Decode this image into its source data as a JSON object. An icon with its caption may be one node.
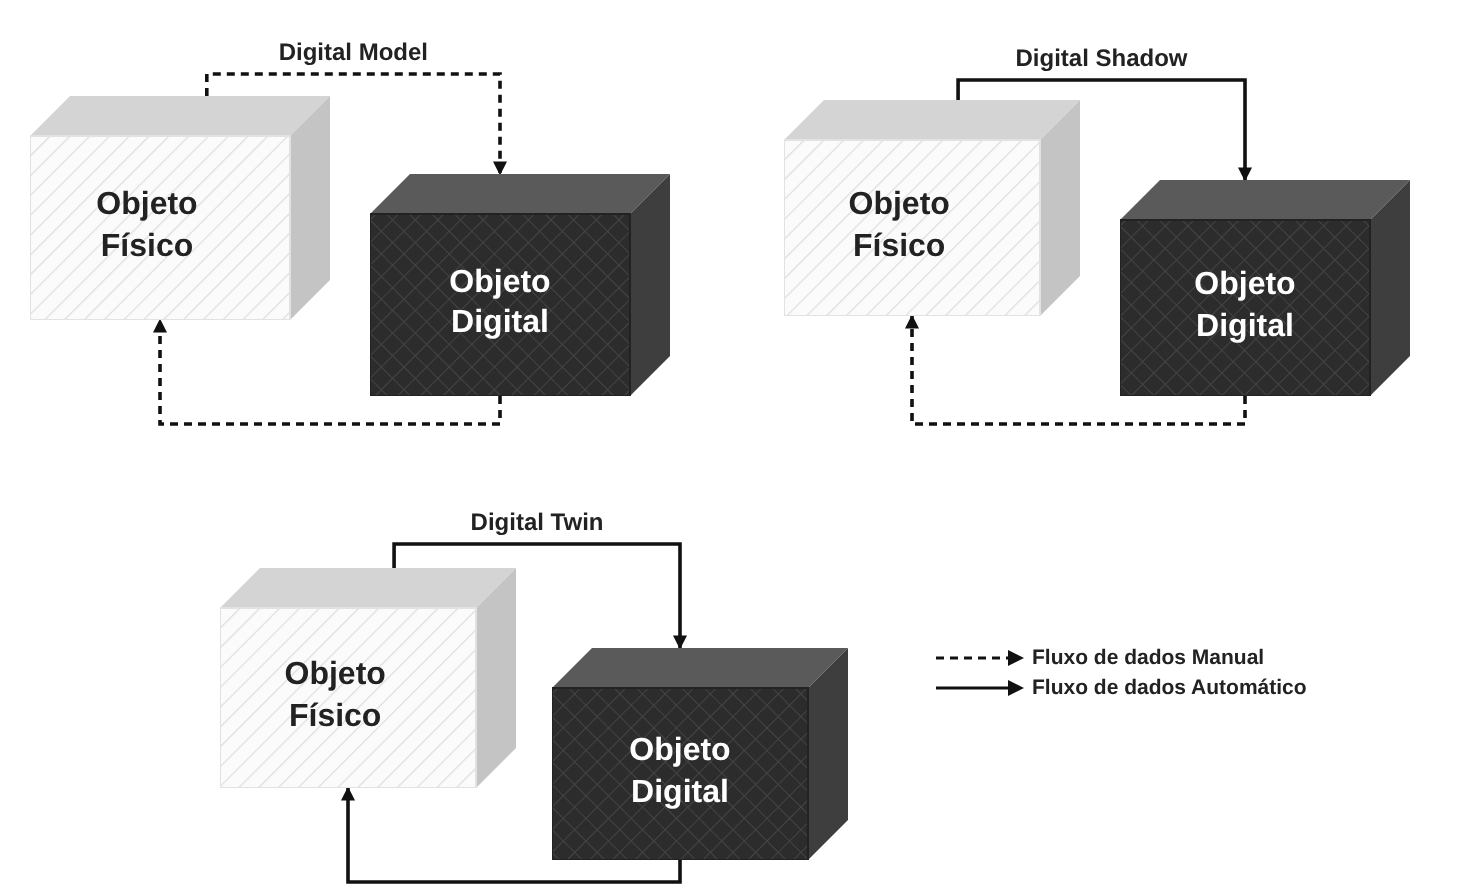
{
  "diagram": {
    "nodes": [
      {
        "text": [
          "Objeto Físico"
        ]
      },
      {
        "text": [
          "Objeto Digital"
        ]
      },
      {
        "text": [
          "Objeto Físico"
        ]
      },
      {
        "text": [
          "Objeto Digital"
        ]
      },
      {
        "text": [
          "Objeto Físico"
        ]
      },
      {
        "text": [
          "Objeto Digital"
        ]
      }
    ],
    "edges": [
      {
        "from": 0,
        "to": 1,
        "arrow": "to",
        "label": "Digital Model",
        "style": "dashed"
      },
      {
        "from": 1,
        "to": 0,
        "arrow": "to",
        "style": "dashed"
      },
      {
        "from": 2,
        "to": 3,
        "arrow": "to",
        "label": "Digital Shadow"
      },
      {
        "from": 3,
        "to": 2,
        "arrow": "to",
        "style": "dashed"
      },
      {
        "from": 4,
        "to": 5,
        "arrow": "to",
        "label": "Digital Twin"
      },
      {
        "from": 5,
        "to": 4,
        "arrow": "to"
      }
    ],
    "legend": [
      {
        "text": "Fluxo de dados Manual"
      },
      {
        "text": "Fluxo de dados Automático"
      }
    ]
  }
}
